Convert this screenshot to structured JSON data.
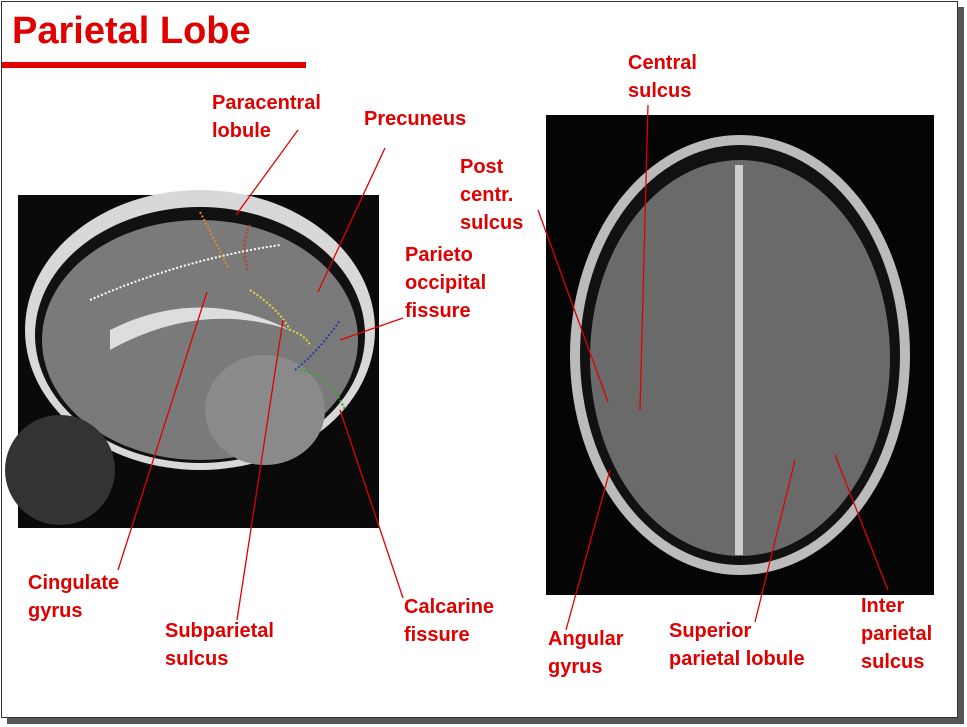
{
  "title": "Parietal Lobe",
  "colors": {
    "accent": "#e00000"
  },
  "labels": {
    "paracentral": "Paracentral\nlobule",
    "precuneus": "Precuneus",
    "central": "Central\nsulcus",
    "postcentral": "Post\ncentr.\nsulcus",
    "parieto_occipital": "Parieto\noccipital\nfissure",
    "cingulate": "Cingulate\ngyrus",
    "subparietal": "Subparietal\nsulcus",
    "calcarine": "Calcarine\nfissure",
    "angular": "Angular\ngyrus",
    "superior_parietal": "Superior\nparietal lobule",
    "interparietal": "Inter\nparietal\nsulcus"
  }
}
